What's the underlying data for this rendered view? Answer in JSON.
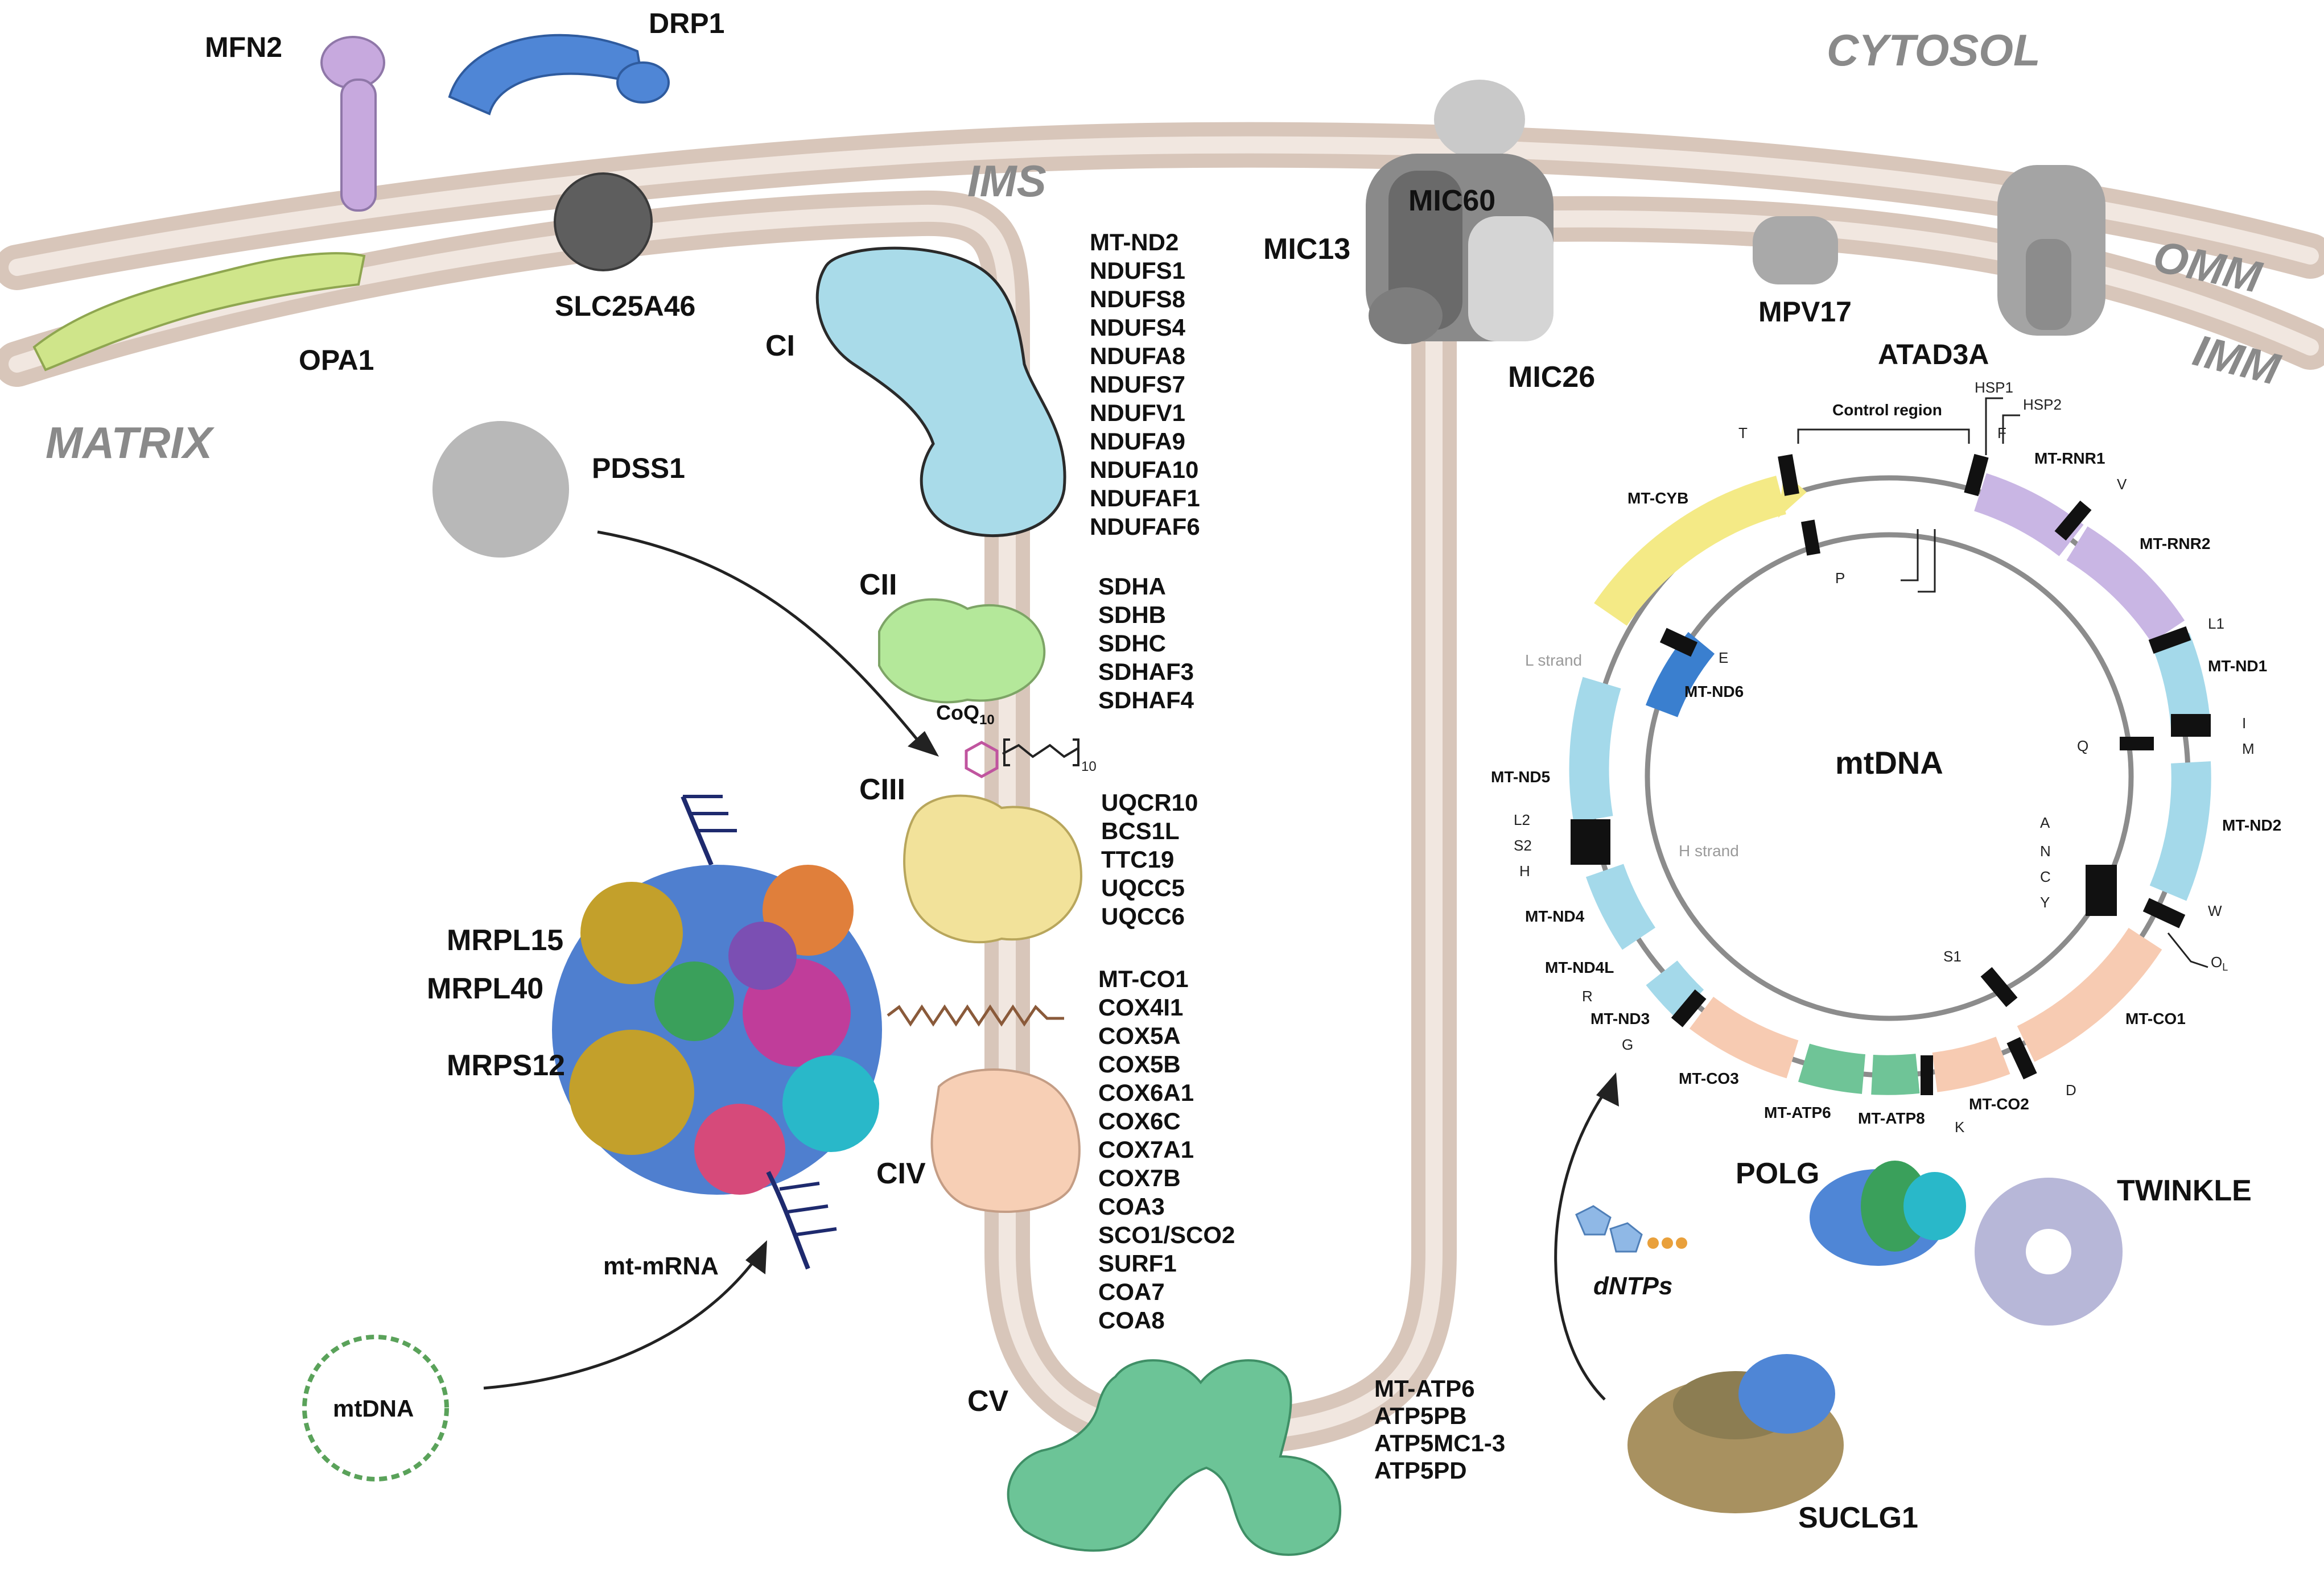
{
  "regions": {
    "cytosol": "CYTOSOL",
    "ims": "IMS",
    "matrix": "MATRIX",
    "omm": "OMM",
    "imm": "IMM"
  },
  "proteins": {
    "mfn2": "MFN2",
    "drp1": "DRP1",
    "opa1": "OPA1",
    "slc25a46": "SLC25A46",
    "mic60": "MIC60",
    "mic13": "MIC13",
    "mic26": "MIC26",
    "mpv17": "MPV17",
    "atad3a": "ATAD3A",
    "pdss1": "PDSS1",
    "polg": "POLG",
    "twinkle": "TWINKLE",
    "suclg1": "SUCLG1",
    "mrpl15": "MRPL15",
    "mrpl40": "MRPL40",
    "mrps12": "MRPS12",
    "mt_mrna": "mt-mRNA",
    "mtdna_small": "mtDNA",
    "dntps": "dNTPs",
    "coq_base": "CoQ",
    "coq_sub": "10",
    "coq_tail_n": "10"
  },
  "complexes": {
    "ci": {
      "label": "CI",
      "genes": [
        "MT-ND2",
        "NDUFS1",
        "NDUFS8",
        "NDUFS4",
        "NDUFA8",
        "NDUFS7",
        "NDUFV1",
        "NDUFA9",
        "NDUFA10",
        "NDUFAF1",
        "NDUFAF6"
      ]
    },
    "cii": {
      "label": "CII",
      "genes": [
        "SDHA",
        "SDHB",
        "SDHC",
        "SDHAF3",
        "SDHAF4"
      ]
    },
    "ciii": {
      "label": "CIII",
      "genes": [
        "UQCR10",
        "BCS1L",
        "TTC19",
        "UQCC5",
        "UQCC6"
      ]
    },
    "civ": {
      "label": "CIV",
      "genes": [
        "MT-CO1",
        "COX4I1",
        "COX5A",
        "COX5B",
        "COX6A1",
        "COX6C",
        "COX7A1",
        "COX7B",
        "COA3",
        "SCO1/SCO2",
        "SURF1",
        "COA7",
        "COA8"
      ]
    },
    "cv": {
      "label": "CV",
      "genes": [
        "MT-ATP6",
        "ATP5PB",
        "ATP5MC1-3",
        "ATP5PD"
      ]
    }
  },
  "mtdna_map": {
    "center": "mtDNA",
    "control_region": "Control region",
    "l_strand": "L strand",
    "h_strand": "H strand",
    "promoters": [
      "HSP1",
      "HSP2"
    ],
    "genes": {
      "rnr1": "MT-RNR1",
      "rnr2": "MT-RNR2",
      "nd1": "MT-ND1",
      "nd2": "MT-ND2",
      "co1": "MT-CO1",
      "co2": "MT-CO2",
      "atp8": "MT-ATP8",
      "atp6": "MT-ATP6",
      "co3": "MT-CO3",
      "nd3": "MT-ND3",
      "nd4l": "MT-ND4L",
      "nd4": "MT-ND4",
      "nd5": "MT-ND5",
      "nd6": "MT-ND6",
      "cyb": "MT-CYB"
    },
    "trnas": {
      "t": "T",
      "f": "F",
      "v": "V",
      "l1": "L1",
      "i": "I",
      "m": "M",
      "w": "W",
      "ol": "O",
      "ol_sub": "L",
      "a": "A",
      "n": "N",
      "c": "C",
      "y": "Y",
      "s1": "S1",
      "d": "D",
      "k": "K",
      "g": "G",
      "r": "R",
      "l2": "L2",
      "s2": "S2",
      "h": "H",
      "e": "E",
      "p": "P",
      "q": "Q"
    }
  },
  "colors": {
    "membrane": "#e8dbd2",
    "membrane_edge": "#d6c4b8",
    "ci": "#a9dbe9",
    "cii": "#b4e89a",
    "ciii": "#f2e29a",
    "civ": "#f7cfb5",
    "cv": "#6cc497",
    "rnr": "#c9b6e4",
    "nd": "#a4d9ea",
    "co": "#f7cbb2",
    "atp": "#6fc497",
    "cyb": "#f4ea86",
    "nd6": "#3a7fcf",
    "mfn2": "#c7a9de",
    "drp1": "#4f86d6",
    "opa1": "#cfe58a",
    "grey_protein": "#9e9e9e"
  }
}
